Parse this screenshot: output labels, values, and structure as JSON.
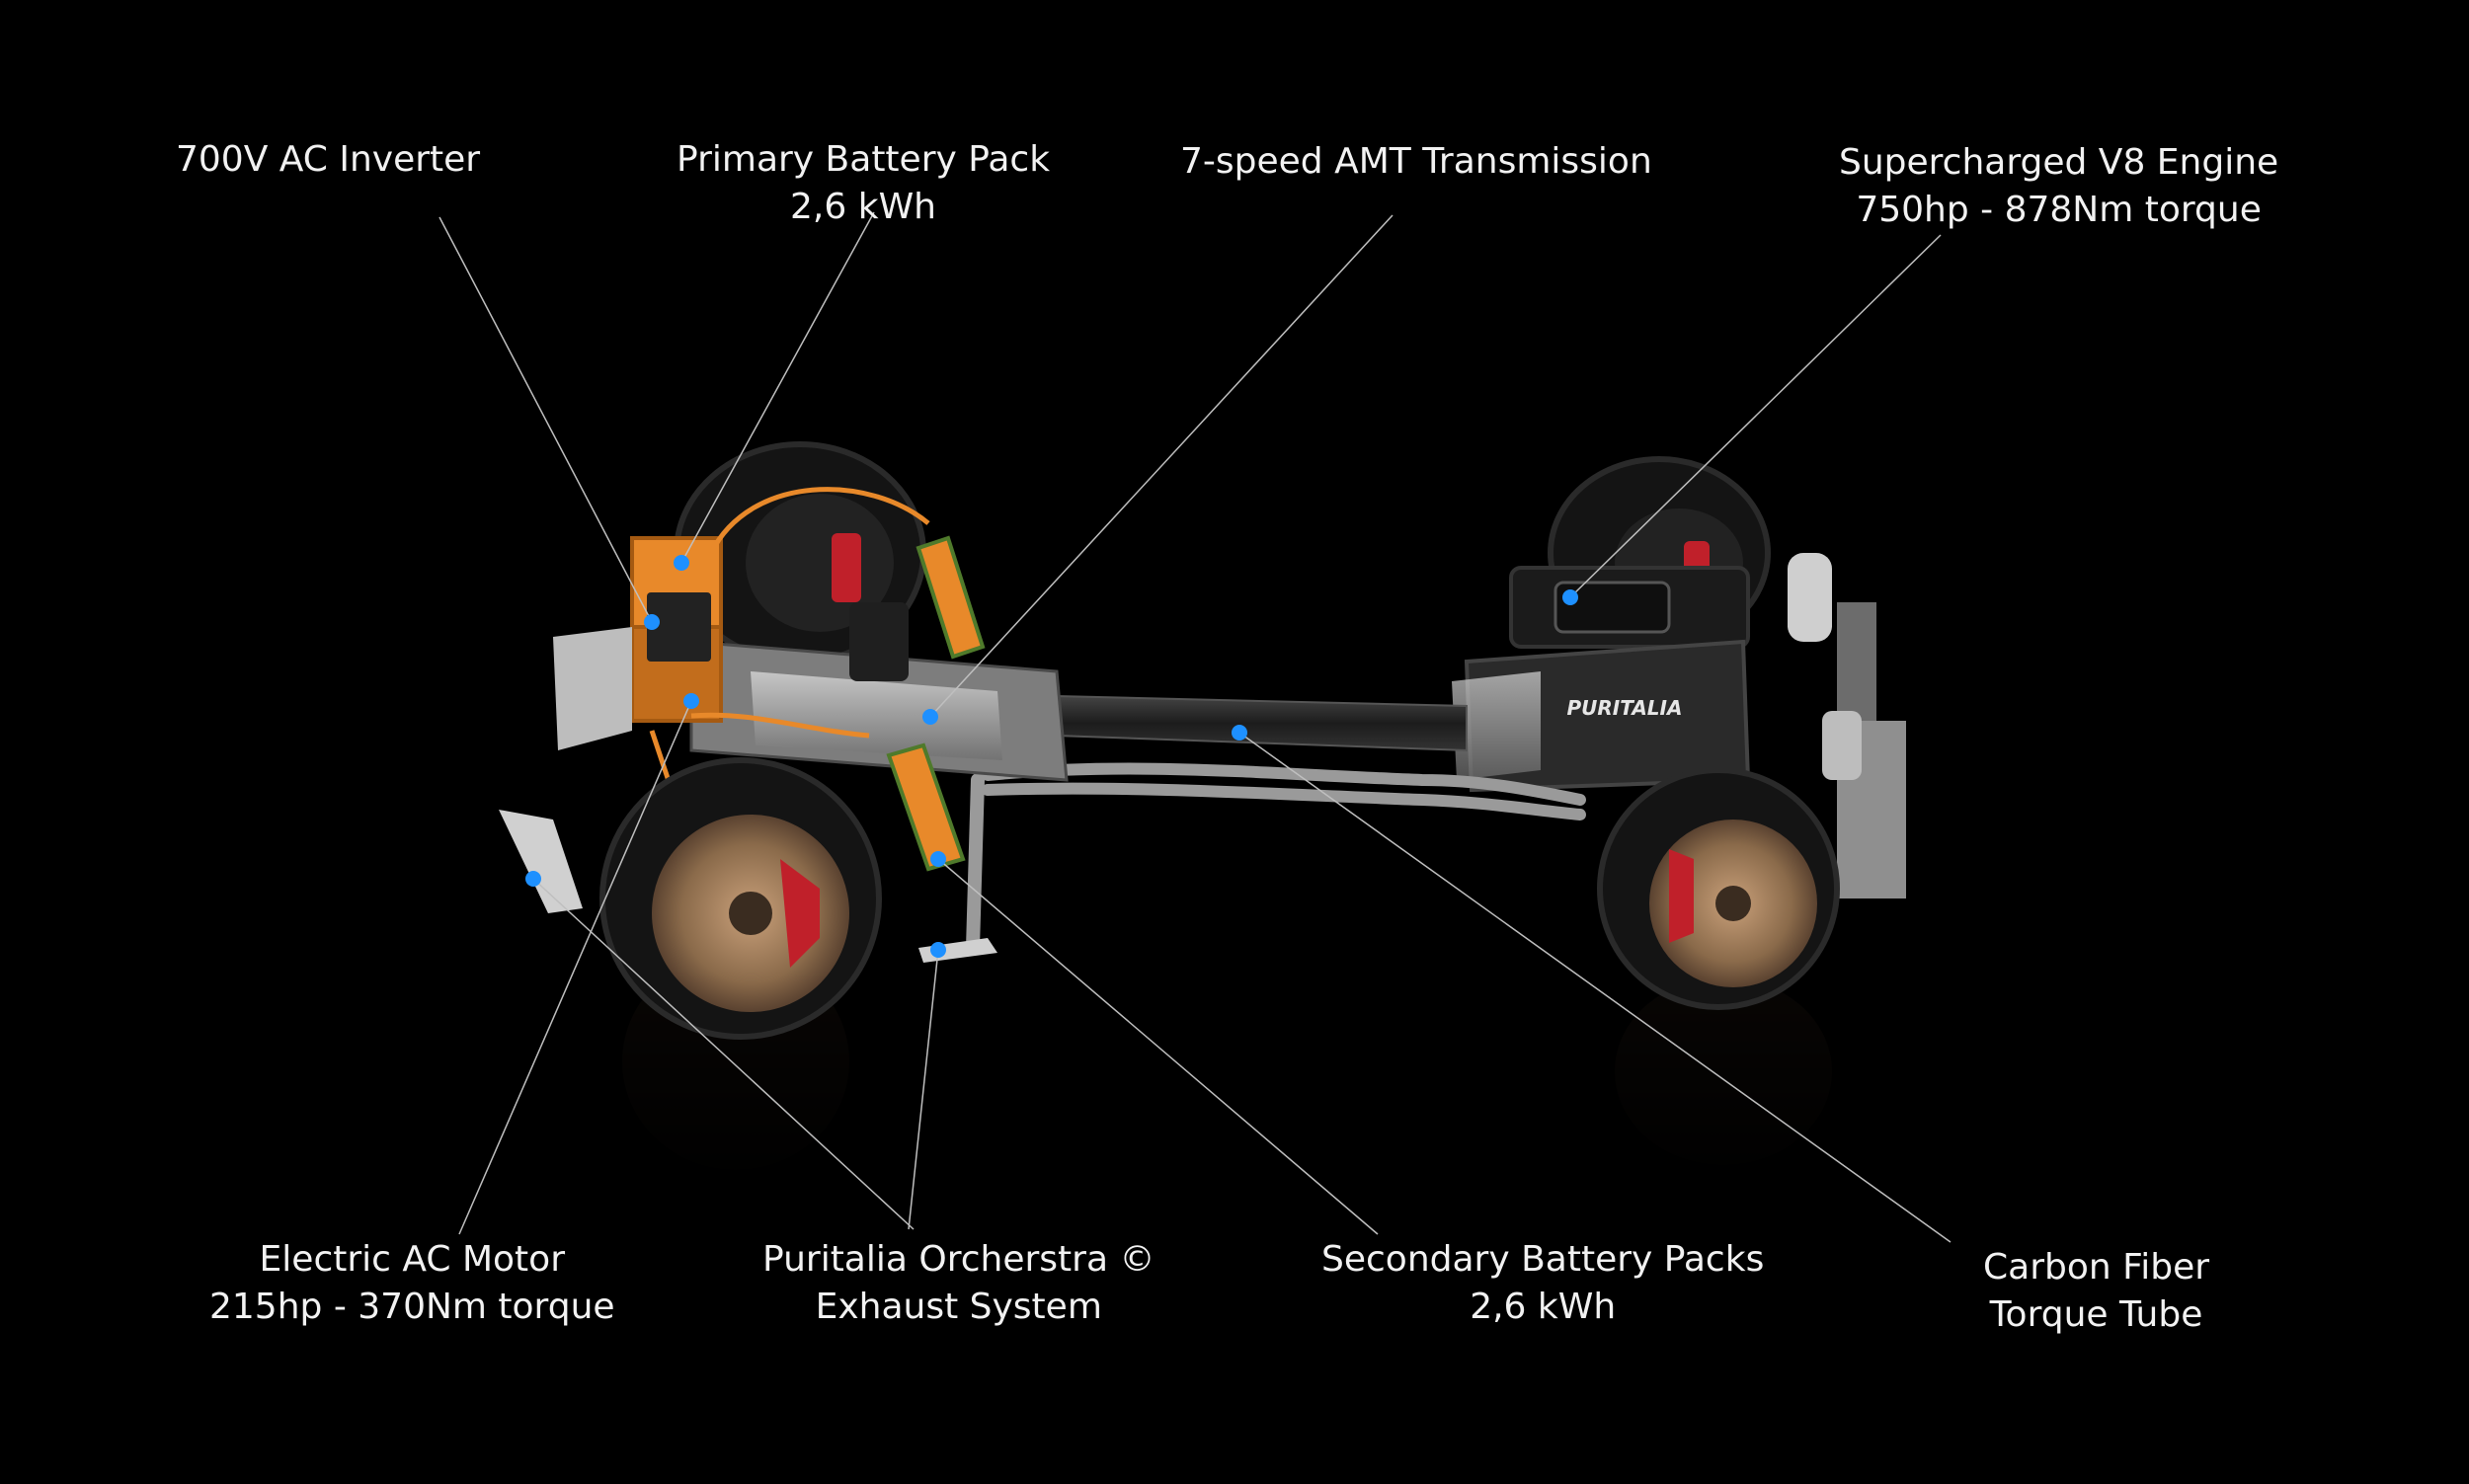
{
  "callouts": [
    {
      "id": "inverter",
      "lines": [
        "700V AC Inverter"
      ]
    },
    {
      "id": "primary-battery",
      "lines": [
        "Primary Battery Pack",
        "2,6 kWh"
      ]
    },
    {
      "id": "transmission",
      "lines": [
        "7-speed AMT Transmission"
      ]
    },
    {
      "id": "engine",
      "lines": [
        "Supercharged V8 Engine",
        "750hp - 878Nm torque"
      ]
    },
    {
      "id": "motor",
      "lines": [
        "Electric AC Motor",
        "215hp - 370Nm torque"
      ]
    },
    {
      "id": "exhaust",
      "lines": [
        "Puritalia Orcherstra ©",
        "Exhaust System"
      ]
    },
    {
      "id": "secondary-battery",
      "lines": [
        "Secondary Battery Packs",
        "2,6 kWh"
      ]
    },
    {
      "id": "torque-tube",
      "lines": [
        "Carbon Fiber",
        "Torque Tube"
      ]
    }
  ],
  "engine_cover_text": "PURITALIA",
  "colors": {
    "background": "#000000",
    "marker": "#1e90ff",
    "leader": "#bfbfbf",
    "battery": "#e8892a",
    "carbon": "#2a2a2a",
    "rim": "#8a6a4a",
    "caliper": "#c0202a"
  }
}
